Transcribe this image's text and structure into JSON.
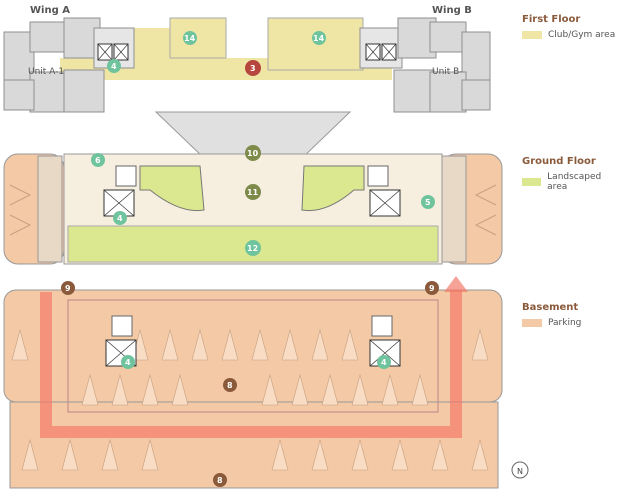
{
  "floors": {
    "first": {
      "title": "First Floor",
      "legend": "Club/Gym area",
      "color": "#efe6a6"
    },
    "ground": {
      "title": "Ground Floor",
      "legend": "Landscaped area",
      "color": "#dbe890"
    },
    "basement": {
      "title": "Basement",
      "legend": "Parking",
      "color": "#f3c9a6"
    }
  },
  "labels": {
    "wing_a": "Wing A",
    "wing_b": "Wing B",
    "unit_a1": "Unit A-1",
    "unit_b": "Unit B-",
    "compass": "N"
  },
  "markers": {
    "m3": "3",
    "m4a": "4",
    "m14a": "14",
    "m14b": "14",
    "m6": "6",
    "m10": "10",
    "m11": "11",
    "m4g": "4",
    "m5": "5",
    "m12": "12",
    "m9a": "9",
    "m9b": "9",
    "m4b1": "4",
    "m4b2": "4",
    "m8a": "8",
    "m8b": "8"
  },
  "colors": {
    "wall": "#8f8f8f",
    "building_gray": "#d9d9d9",
    "marker_green": "#6fc49d",
    "marker_red": "#b5453d",
    "marker_olive": "#7e8a4a",
    "marker_brown": "#8a5a3b",
    "arrow": "#f47a6a"
  }
}
